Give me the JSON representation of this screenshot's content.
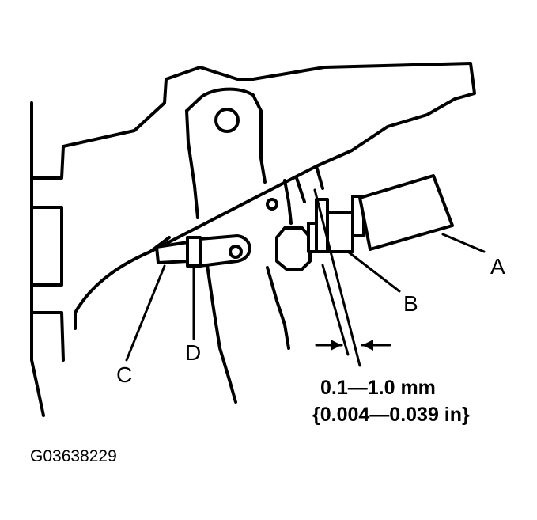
{
  "callouts": {
    "a": "A",
    "b": "B",
    "c": "C",
    "d": "D"
  },
  "clearance_spec": {
    "metric": "0.1—1.0 mm",
    "imperial": "{0.004—0.039 in}"
  },
  "figure_id": "G03638229",
  "colors": {
    "ink": "#000000",
    "paper": "#ffffff"
  }
}
